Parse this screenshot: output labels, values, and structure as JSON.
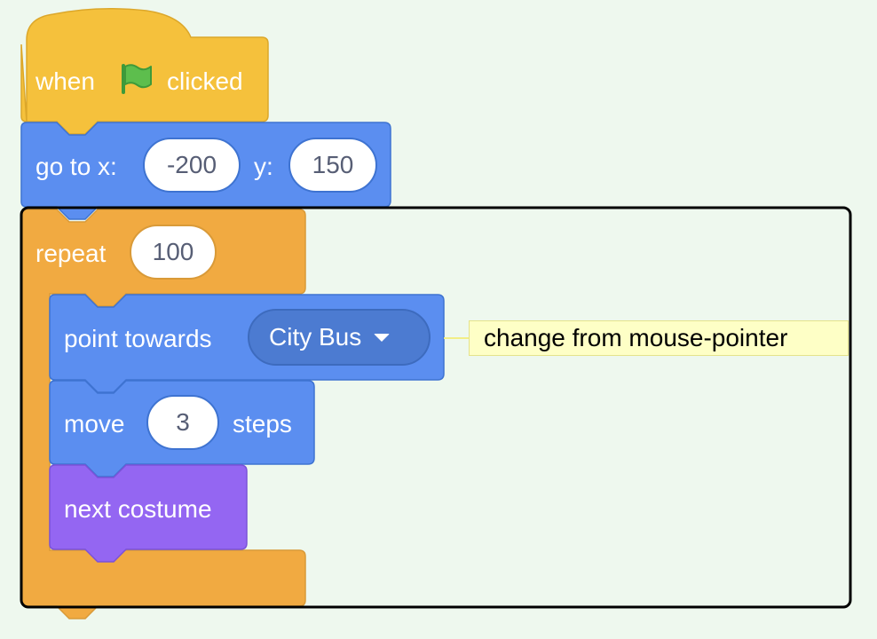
{
  "script": {
    "hat_block": {
      "text_before": "when",
      "icon": "green-flag-icon",
      "text_after": "clicked",
      "color": "#F5C13C"
    },
    "goto_block": {
      "label_x": "go to x:",
      "x_value": "-200",
      "label_y": "y:",
      "y_value": "150",
      "color": "#5B8EF0"
    },
    "repeat_block": {
      "label": "repeat",
      "count": "100",
      "color": "#F1AA41"
    },
    "point_block": {
      "label": "point towards",
      "target": "City Bus",
      "color": "#5B8EF0"
    },
    "move_block": {
      "label_before": "move",
      "steps": "3",
      "label_after": "steps",
      "color": "#5B8EF0"
    },
    "costume_block": {
      "label": "next costume",
      "color": "#9466F2"
    }
  },
  "comment": {
    "text": "change from mouse-pointer",
    "color": "#FEFFC6"
  },
  "highlight_color": "#000000"
}
